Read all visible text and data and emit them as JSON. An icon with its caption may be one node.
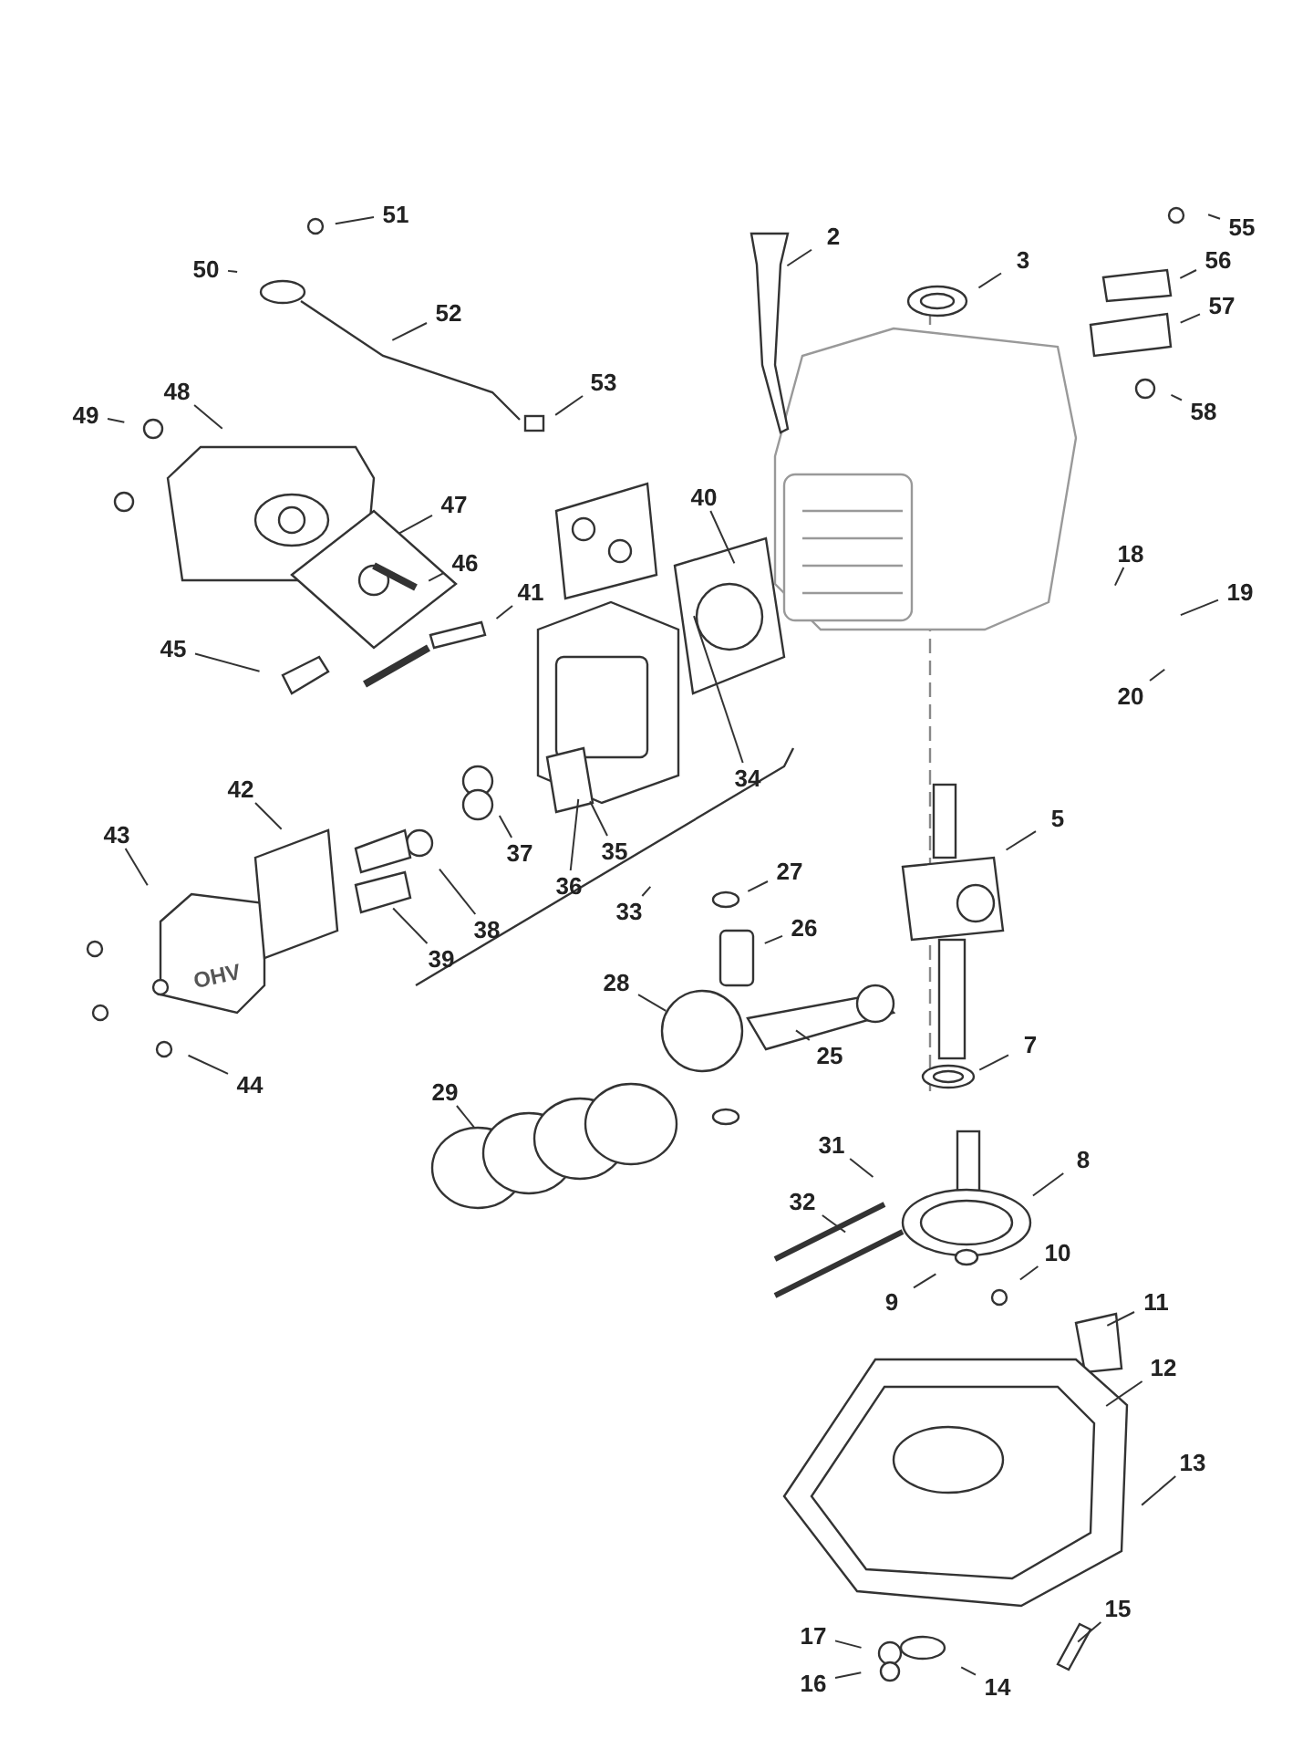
{
  "diagram": {
    "nodes": [
      {
        "text": [
          "51"
        ]
      },
      {
        "text": [
          "50"
        ]
      },
      {
        "text": [
          "2"
        ]
      },
      {
        "text": [
          "55"
        ]
      },
      {
        "text": [
          "3"
        ]
      },
      {
        "text": [
          "56"
        ]
      },
      {
        "text": [
          "52"
        ]
      },
      {
        "text": [
          "57"
        ]
      },
      {
        "text": [
          "53"
        ]
      },
      {
        "text": [
          "48"
        ]
      },
      {
        "text": [
          "49"
        ]
      },
      {
        "text": [
          "58"
        ]
      },
      {
        "text": [
          "40"
        ]
      },
      {
        "text": [
          "47"
        ]
      },
      {
        "text": [
          "18"
        ]
      },
      {
        "text": [
          "46"
        ]
      },
      {
        "text": [
          "41"
        ]
      },
      {
        "text": [
          "19"
        ]
      },
      {
        "text": [
          "45"
        ]
      },
      {
        "text": [
          "20"
        ]
      },
      {
        "text": [
          "34"
        ]
      },
      {
        "text": [
          "42"
        ]
      },
      {
        "text": [
          "5"
        ]
      },
      {
        "text": [
          "37"
        ]
      },
      {
        "text": [
          "35"
        ]
      },
      {
        "text": [
          "27"
        ]
      },
      {
        "text": [
          "43"
        ]
      },
      {
        "text": [
          "36"
        ]
      },
      {
        "text": [
          "33"
        ]
      },
      {
        "text": [
          "26"
        ]
      },
      {
        "text": [
          "38"
        ]
      },
      {
        "text": [
          "39"
        ]
      },
      {
        "text": [
          "28"
        ]
      },
      {
        "text": [
          "7"
        ]
      },
      {
        "text": [
          "25"
        ]
      },
      {
        "text": [
          "44"
        ]
      },
      {
        "text": [
          "29"
        ]
      },
      {
        "text": [
          "31"
        ]
      },
      {
        "text": [
          "8"
        ]
      },
      {
        "text": [
          "32"
        ]
      },
      {
        "text": [
          "10"
        ]
      },
      {
        "text": [
          "9"
        ]
      },
      {
        "text": [
          "11"
        ]
      },
      {
        "text": [
          "12"
        ]
      },
      {
        "text": [
          "13"
        ]
      },
      {
        "text": [
          "15"
        ]
      },
      {
        "text": [
          "17"
        ]
      },
      {
        "text": [
          "16"
        ]
      },
      {
        "text": [
          "14"
        ]
      }
    ],
    "edges": [
      {
        "from": 0,
        "to": null,
        "arrow": "none"
      },
      {
        "from": 1,
        "to": null,
        "arrow": "none"
      },
      {
        "from": 2,
        "to": null,
        "arrow": "none"
      },
      {
        "from": 3,
        "to": null,
        "arrow": "none"
      },
      {
        "from": 4,
        "to": null,
        "arrow": "none"
      },
      {
        "from": 5,
        "to": null,
        "arrow": "none"
      },
      {
        "from": 6,
        "to": null,
        "arrow": "none"
      },
      {
        "from": 7,
        "to": null,
        "arrow": "none"
      },
      {
        "from": 8,
        "to": null,
        "arrow": "none"
      },
      {
        "from": 9,
        "to": null,
        "arrow": "none"
      },
      {
        "from": 10,
        "to": null,
        "arrow": "none"
      },
      {
        "from": 11,
        "to": null,
        "arrow": "none"
      },
      {
        "from": 12,
        "to": null,
        "arrow": "none"
      },
      {
        "from": 13,
        "to": null,
        "arrow": "none"
      },
      {
        "from": 14,
        "to": null,
        "arrow": "none"
      },
      {
        "from": 15,
        "to": null,
        "arrow": "none"
      },
      {
        "from": 16,
        "to": null,
        "arrow": "none"
      },
      {
        "from": 17,
        "to": null,
        "arrow": "none"
      },
      {
        "from": 18,
        "to": null,
        "arrow": "none"
      },
      {
        "from": 19,
        "to": null,
        "arrow": "none"
      },
      {
        "from": 20,
        "to": null,
        "arrow": "none"
      },
      {
        "from": 21,
        "to": null,
        "arrow": "none"
      },
      {
        "from": 22,
        "to": null,
        "arrow": "none"
      },
      {
        "from": 23,
        "to": null,
        "arrow": "none"
      },
      {
        "from": 24,
        "to": null,
        "arrow": "none"
      },
      {
        "from": 25,
        "to": null,
        "arrow": "none"
      },
      {
        "from": 26,
        "to": null,
        "arrow": "none"
      },
      {
        "from": 27,
        "to": null,
        "arrow": "none"
      },
      {
        "from": 28,
        "to": null,
        "arrow": "none"
      },
      {
        "from": 29,
        "to": null,
        "arrow": "none"
      },
      {
        "from": 30,
        "to": null,
        "arrow": "none"
      },
      {
        "from": 31,
        "to": null,
        "arrow": "none"
      },
      {
        "from": 32,
        "to": null,
        "arrow": "none"
      },
      {
        "from": 33,
        "to": null,
        "arrow": "none"
      },
      {
        "from": 34,
        "to": null,
        "arrow": "none"
      },
      {
        "from": 35,
        "to": null,
        "arrow": "none"
      },
      {
        "from": 36,
        "to": null,
        "arrow": "none"
      },
      {
        "from": 37,
        "to": null,
        "arrow": "none"
      },
      {
        "from": 38,
        "to": null,
        "arrow": "none"
      },
      {
        "from": 39,
        "to": null,
        "arrow": "none"
      },
      {
        "from": 40,
        "to": null,
        "arrow": "none"
      },
      {
        "from": 41,
        "to": null,
        "arrow": "none"
      },
      {
        "from": 42,
        "to": null,
        "arrow": "none"
      },
      {
        "from": 43,
        "to": null,
        "arrow": "none"
      },
      {
        "from": 44,
        "to": null,
        "arrow": "none"
      },
      {
        "from": 45,
        "to": null,
        "arrow": "none"
      },
      {
        "from": 46,
        "to": null,
        "arrow": "none"
      },
      {
        "from": 47,
        "to": null,
        "arrow": "none"
      },
      {
        "from": 48,
        "to": null,
        "arrow": "none"
      }
    ],
    "labels": [
      "OHV"
    ]
  }
}
